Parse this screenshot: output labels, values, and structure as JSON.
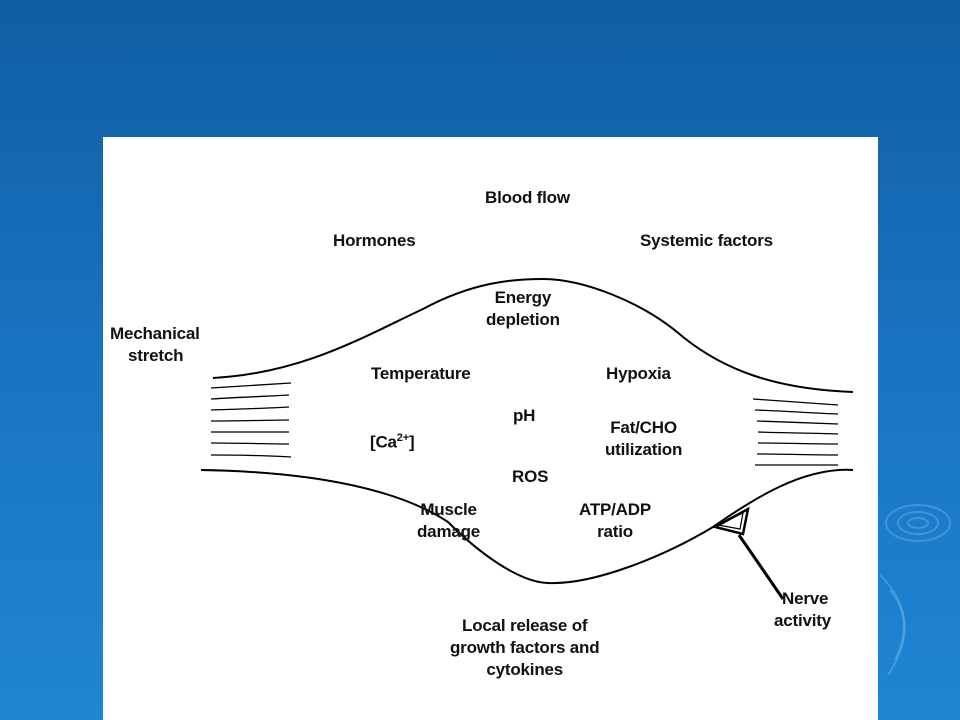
{
  "slide": {
    "background_color": "#1872bf",
    "panel_color": "#ffffff"
  },
  "diagram": {
    "external": {
      "blood_flow": "Blood flow",
      "hormones": "Hormones",
      "systemic_factors": "Systemic factors",
      "mechanical_stretch_line1": "Mechanical",
      "mechanical_stretch_line2": "stretch",
      "nerve_activity_line1": "Nerve",
      "nerve_activity_line2": "activity",
      "local_release_line1": "Local release of",
      "local_release_line2": "growth factors and",
      "local_release_line3": "cytokines"
    },
    "internal": {
      "energy_depletion_line1": "Energy",
      "energy_depletion_line2": "depletion",
      "temperature": "Temperature",
      "hypoxia": "Hypoxia",
      "calcium_open": "[Ca",
      "calcium_sup": "2+",
      "calcium_close": "]",
      "ph": "pH",
      "fat_cho_line1": "Fat/CHO",
      "fat_cho_line2": "utilization",
      "ros": "ROS",
      "muscle_damage_line1": "Muscle",
      "muscle_damage_line2": "damage",
      "atp_adp_line1": "ATP/ADP",
      "atp_adp_line2": "ratio"
    }
  }
}
